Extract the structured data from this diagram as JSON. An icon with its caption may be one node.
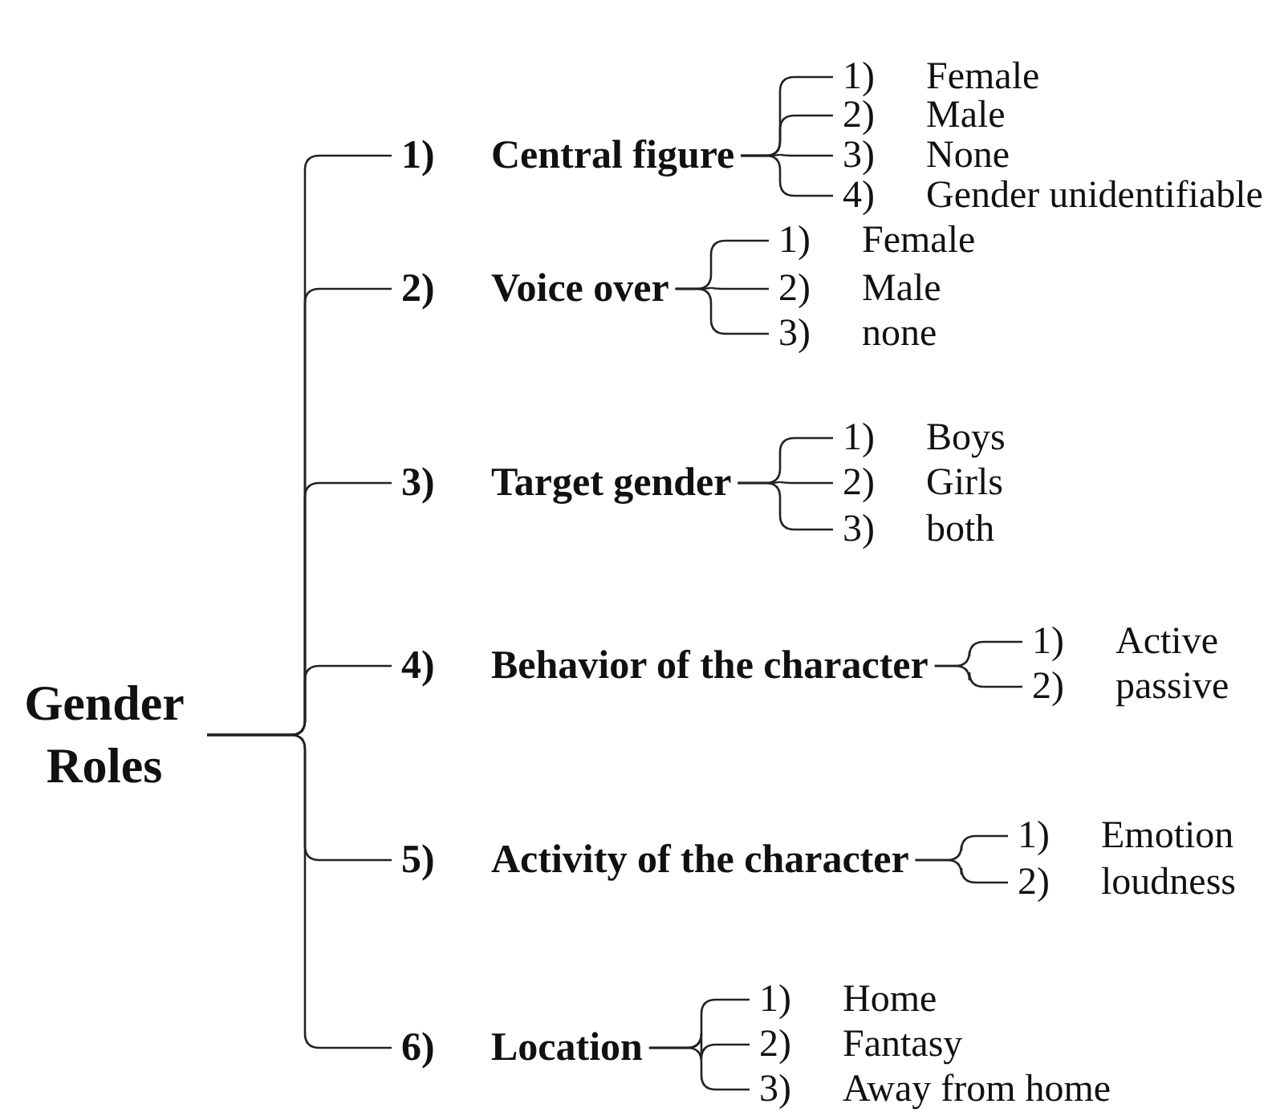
{
  "diagram": {
    "nodes": [
      {
        "text": [
          "Gender Roles"
        ]
      },
      {
        "text": [
          "1)",
          "Central figure"
        ]
      },
      {
        "text": [
          "1)",
          "Female"
        ]
      },
      {
        "text": [
          "2)",
          "Male"
        ]
      },
      {
        "text": [
          "3)",
          "None"
        ]
      },
      {
        "text": [
          "4)",
          "Gender unidentifiable"
        ]
      },
      {
        "text": [
          "2)",
          "Voice over"
        ]
      },
      {
        "text": [
          "1)",
          "Female"
        ]
      },
      {
        "text": [
          "2)",
          "Male"
        ]
      },
      {
        "text": [
          "3)",
          "none"
        ]
      },
      {
        "text": [
          "3)",
          "Target gender"
        ]
      },
      {
        "text": [
          "1)",
          "Boys"
        ]
      },
      {
        "text": [
          "2)",
          "Girls"
        ]
      },
      {
        "text": [
          "3)",
          "both"
        ]
      },
      {
        "text": [
          "4)",
          "Behavior of the character"
        ]
      },
      {
        "text": [
          "1)",
          "Active"
        ]
      },
      {
        "text": [
          "2)",
          "passive"
        ]
      },
      {
        "text": [
          "5)",
          "Activity of the character"
        ]
      },
      {
        "text": [
          "1)",
          "Emotion"
        ]
      },
      {
        "text": [
          "2)",
          "loudness"
        ]
      },
      {
        "text": [
          "6)",
          "Location"
        ]
      },
      {
        "text": [
          "1)",
          "Home"
        ]
      },
      {
        "text": [
          "2)",
          "Fantasy"
        ]
      },
      {
        "text": [
          "3)",
          "Away from home"
        ]
      }
    ],
    "edges": [
      {
        "from": 0,
        "to": 1,
        "arrow": "none"
      },
      {
        "from": 0,
        "to": 6,
        "arrow": "none"
      },
      {
        "from": 0,
        "to": 10,
        "arrow": "none"
      },
      {
        "from": 0,
        "to": 14,
        "arrow": "none"
      },
      {
        "from": 0,
        "to": 17,
        "arrow": "none"
      },
      {
        "from": 0,
        "to": 20,
        "arrow": "none"
      },
      {
        "from": 1,
        "to": 2,
        "arrow": "none"
      },
      {
        "from": 1,
        "to": 3,
        "arrow": "none"
      },
      {
        "from": 1,
        "to": 4,
        "arrow": "none"
      },
      {
        "from": 1,
        "to": 5,
        "arrow": "none"
      },
      {
        "from": 6,
        "to": 7,
        "arrow": "none"
      },
      {
        "from": 6,
        "to": 8,
        "arrow": "none"
      },
      {
        "from": 6,
        "to": 9,
        "arrow": "none"
      },
      {
        "from": 10,
        "to": 11,
        "arrow": "none"
      },
      {
        "from": 10,
        "to": 12,
        "arrow": "none"
      },
      {
        "from": 10,
        "to": 13,
        "arrow": "none"
      },
      {
        "from": 14,
        "to": 15,
        "arrow": "none"
      },
      {
        "from": 14,
        "to": 16,
        "arrow": "none"
      },
      {
        "from": 17,
        "to": 18,
        "arrow": "none"
      },
      {
        "from": 17,
        "to": 19,
        "arrow": "none"
      },
      {
        "from": 20,
        "to": 21,
        "arrow": "none"
      },
      {
        "from": 20,
        "to": 22,
        "arrow": "none"
      },
      {
        "from": 20,
        "to": 23,
        "arrow": "none"
      }
    ]
  }
}
